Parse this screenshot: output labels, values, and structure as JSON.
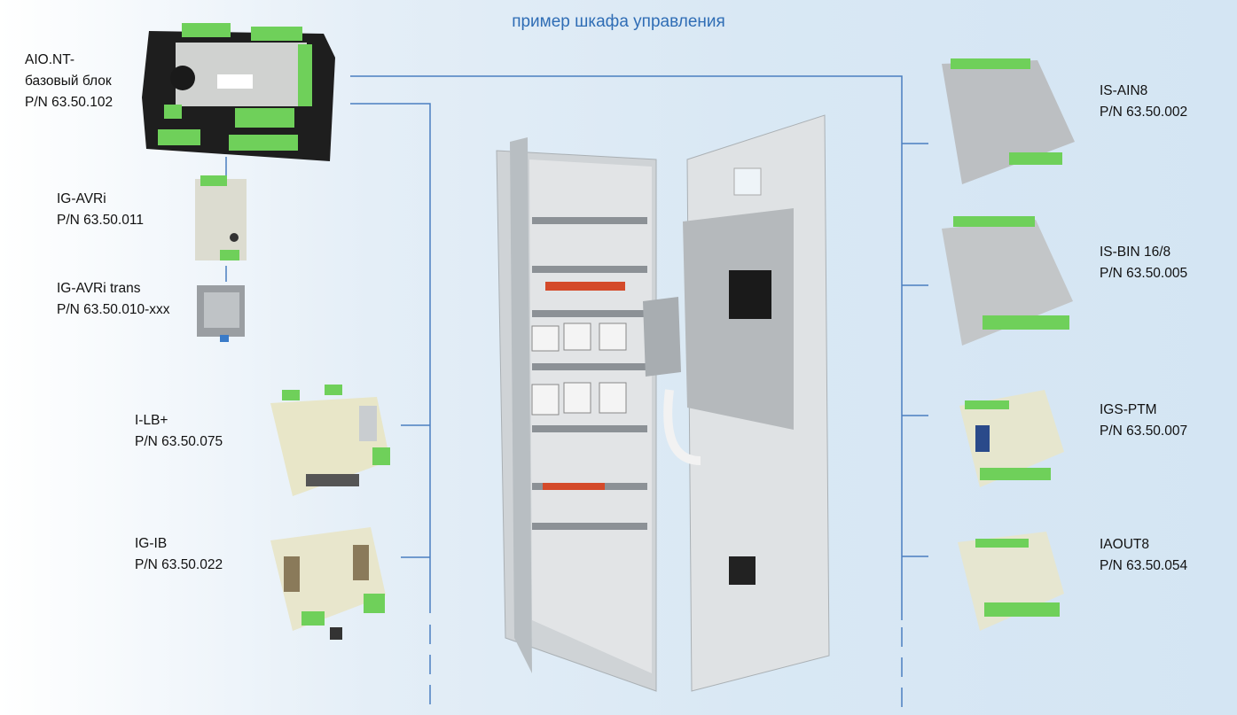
{
  "title": "пример шкафа управления",
  "colors": {
    "line": "#4a7fc0",
    "title": "#2f6db5",
    "terminal": "#6fd05a"
  },
  "left_modules": [
    {
      "name": "AIO.NT-",
      "subtitle": "базовый блок",
      "pn": "P/N 63.50.102"
    },
    {
      "name": "IG-AVRi",
      "pn": "P/N 63.50.011"
    },
    {
      "name": "IG-AVRi trans",
      "pn": "P/N 63.50.010-xxx"
    },
    {
      "name": "I-LB+",
      "pn": "P/N 63.50.075"
    },
    {
      "name": "IG-IB",
      "pn": "P/N 63.50.022"
    }
  ],
  "right_modules": [
    {
      "name": "IS-AIN8",
      "pn": "P/N 63.50.002"
    },
    {
      "name": "IS-BIN 16/8",
      "pn": "P/N 63.50.005"
    },
    {
      "name": "IGS-PTM",
      "pn": "P/N 63.50.007"
    },
    {
      "name": "IAOUT8",
      "pn": "P/N 63.50.054"
    }
  ]
}
